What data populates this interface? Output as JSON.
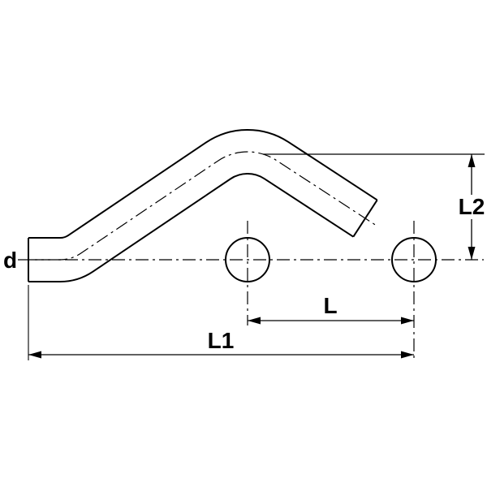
{
  "diagram": {
    "type": "technical-drawing",
    "description": "Dimensional drawing of a pipe crossover bend (sloped bridge pipe) with two connection cross-section circles and dimension lines",
    "labels": {
      "d": "d",
      "L": "L",
      "L1": "L1",
      "L2": "L2"
    },
    "colors": {
      "line": "#000000",
      "background": "#ffffff"
    }
  }
}
